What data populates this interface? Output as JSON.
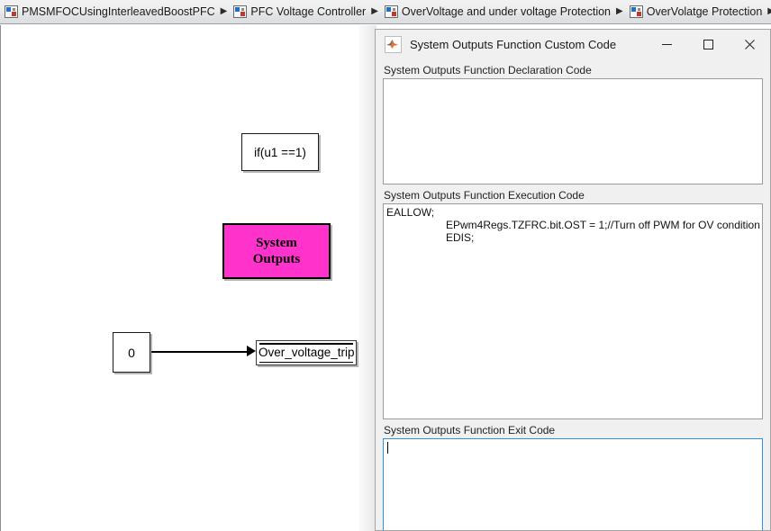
{
  "breadcrumb": {
    "separator": "▶",
    "items": [
      {
        "label": "PMSMFOCUsingInterleavedBoostPFC",
        "icon": "simulink-subsystem-icon"
      },
      {
        "label": "PFC Voltage Controller",
        "icon": "simulink-subsystem-icon"
      },
      {
        "label": "OverVoltage and under voltage Protection",
        "icon": "simulink-subsystem-icon"
      },
      {
        "label": "OverVolatge Protection",
        "icon": "simulink-subsystem-icon"
      }
    ]
  },
  "canvas": {
    "blocks": {
      "if_block": {
        "label": "if(u1 ==1)"
      },
      "system_outputs": {
        "label_line1": "System",
        "label_line2": "Outputs",
        "color": "#ff33cc"
      },
      "constant": {
        "label": "0"
      },
      "data_store_write": {
        "label": "Over_voltage_trip"
      }
    }
  },
  "dialog": {
    "title": "System Outputs Function Custom Code",
    "icon": "matlab-icon",
    "window_buttons": {
      "minimize": "—",
      "maximize": "□",
      "close": "✕"
    },
    "sections": {
      "declaration": {
        "label": "System Outputs Function Declaration Code",
        "value": ""
      },
      "execution": {
        "label": "System Outputs Function Execution Code",
        "line1": "EALLOW;",
        "line2": "EPwm4Regs.TZFRC.bit.OST = 1;//Turn off PWM for OV condition",
        "line3": "EDIS;"
      },
      "exit": {
        "label": "System Outputs Function Exit Code",
        "value": ""
      }
    }
  }
}
